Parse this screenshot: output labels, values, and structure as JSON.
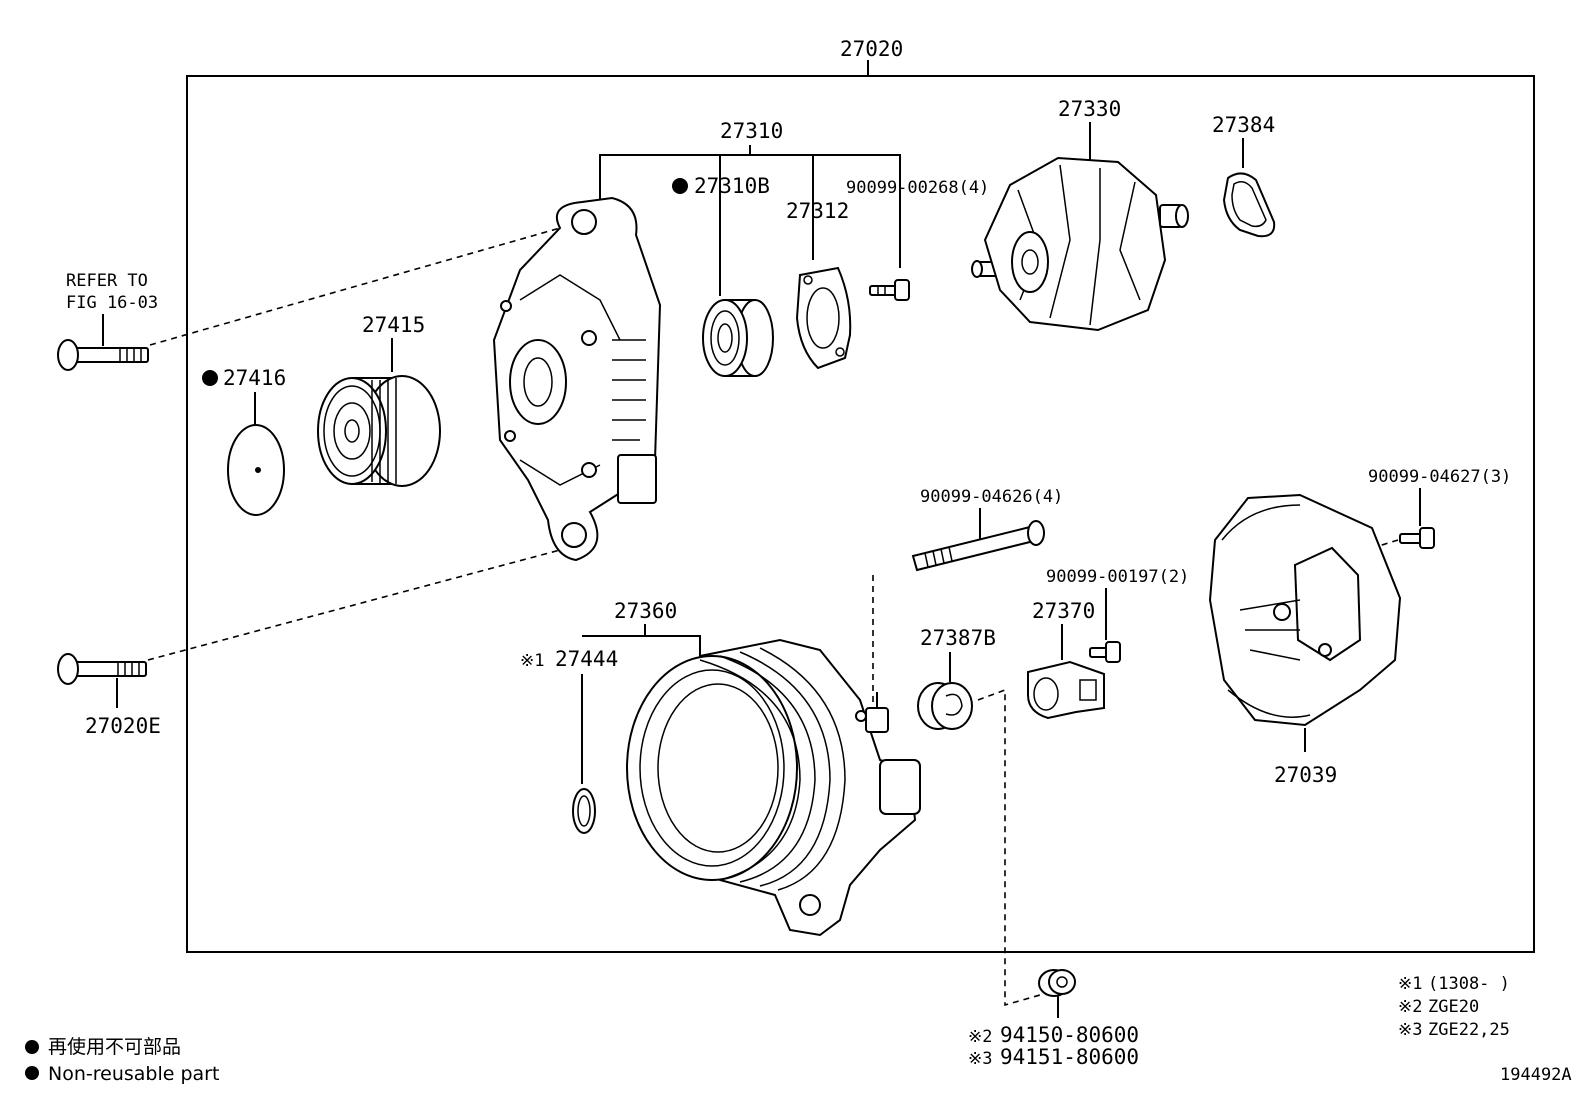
{
  "assembly": {
    "number": "27020"
  },
  "refer": {
    "line1": "REFER TO",
    "line2": "FIG 16-03"
  },
  "callouts": {
    "p27310": "27310",
    "p27310b": "27310B",
    "p27312": "27312",
    "p90099_00268": "90099-00268(4)",
    "p27330": "27330",
    "p27384": "27384",
    "p27415": "27415",
    "p27416": "27416",
    "p90099_04626": "90099-04626(4)",
    "p90099_04627": "90099-04627(3)",
    "p90099_00197": "90099-00197(2)",
    "p27370": "27370",
    "p27387b": "27387B",
    "p27360": "27360",
    "p27444": "27444",
    "p27444_mark": "※1",
    "p27039": "27039",
    "p27020e": "27020E",
    "p94150_mark": "※2",
    "p94150": "94150-80600",
    "p94151_mark": "※3",
    "p94151": "94151-80600"
  },
  "notes": [
    {
      "mark": "※1",
      "text": "(1308-       )"
    },
    {
      "mark": "※2",
      "text": "ZGE20"
    },
    {
      "mark": "※3",
      "text": "ZGE22,25"
    }
  ],
  "legend": {
    "jp": "再使用不可部品",
    "en": "Non-reusable part"
  },
  "diagram_id": "194492A"
}
